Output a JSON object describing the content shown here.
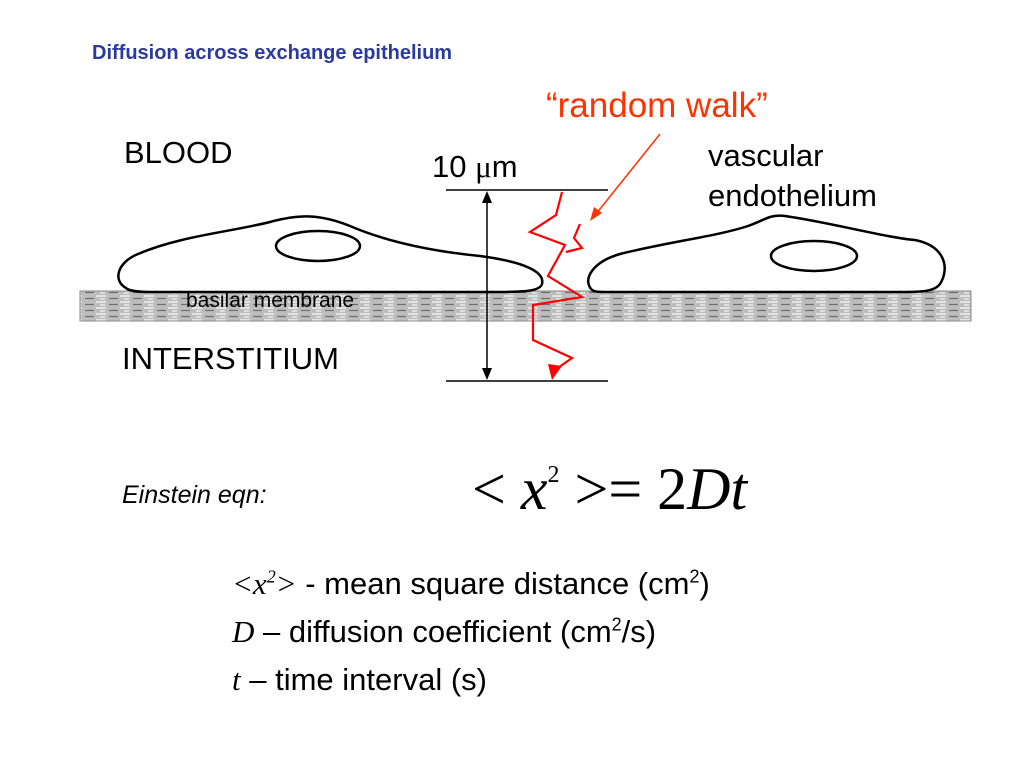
{
  "title": "Diffusion across exchange epithelium",
  "labels": {
    "random_walk": "“random walk”",
    "blood": "BLOOD",
    "distance_number": "10",
    "distance_mu": "μ",
    "distance_unit": "m",
    "vascular": "vascular",
    "endothelium": "endothelium",
    "basilar_membrane": "basilar membrane",
    "interstitium": "INTERSTITIUM"
  },
  "equation": {
    "label": "Einstein eqn:",
    "lt": "< ",
    "x": "x",
    "exp": "2",
    "gt_eq": " >= 2",
    "D": "D",
    "t": "t"
  },
  "legend": [
    {
      "symbol": "<x",
      "symbol_sup": "2",
      "symbol_end": ">",
      "text": " - mean square distance (cm",
      "text_sup": "2",
      "text_end": ")"
    },
    {
      "symbol": "D",
      "text": " – diffusion coefficient (cm",
      "text_sup": "2",
      "text_end": "/s)"
    },
    {
      "symbol": "t",
      "text": " – time interval (s)"
    }
  ],
  "colors": {
    "title": "#2b3a9c",
    "random_walk": "#ff3300",
    "walk_path": "#ff0000",
    "membrane": "#a8a8a8",
    "ink": "#000000"
  }
}
